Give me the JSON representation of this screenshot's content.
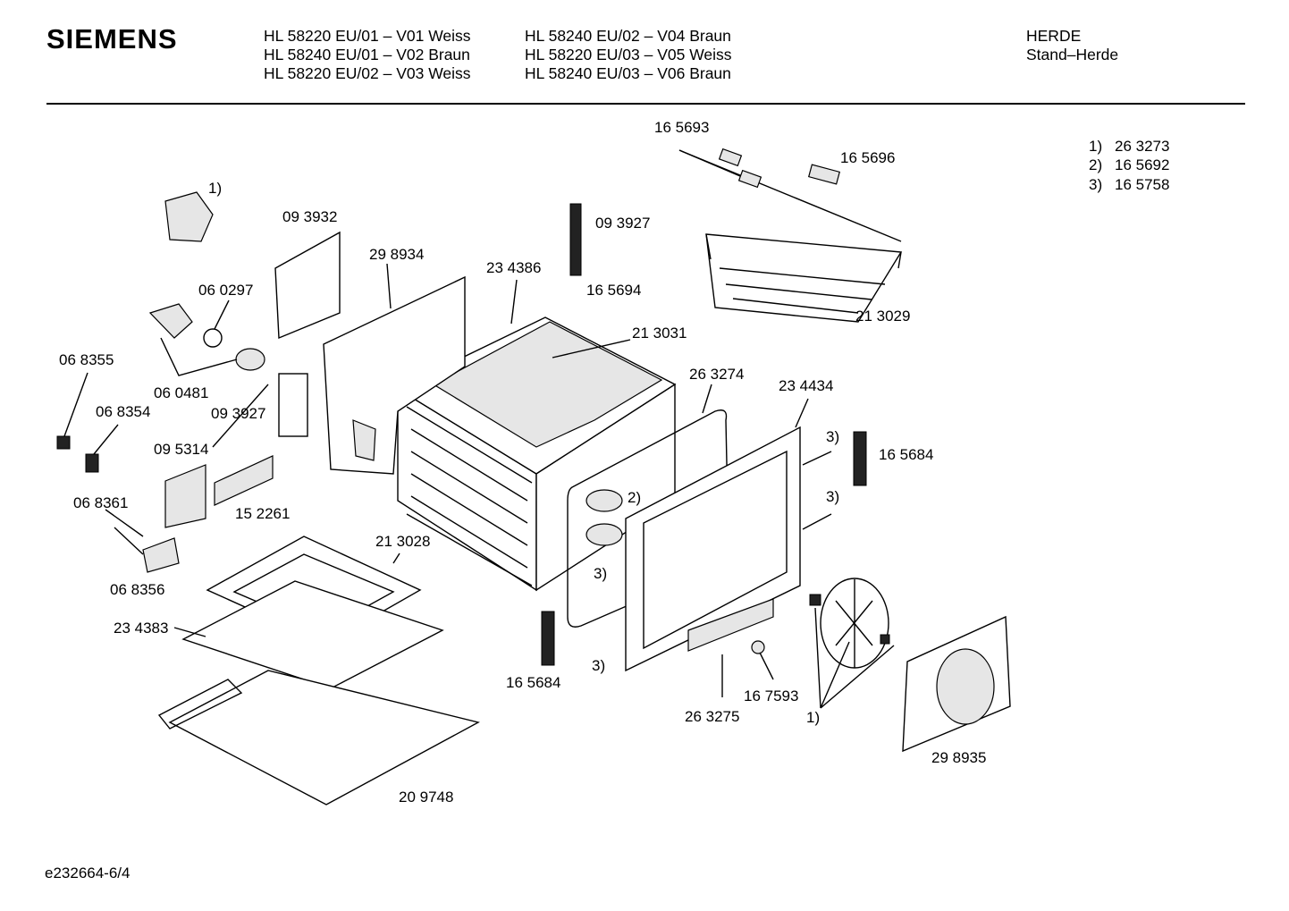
{
  "header": {
    "brand": "SIEMENS",
    "models_col1": [
      "HL 58220 EU/01 – V01 Weiss",
      "HL 58240 EU/01 – V02 Braun",
      "HL 58220 EU/02 – V03 Weiss"
    ],
    "models_col2": [
      "HL 58240 EU/02 – V04 Braun",
      "HL 58220 EU/03 – V05 Weiss",
      "HL 58240 EU/03 – V06 Braun"
    ],
    "category": "HERDE",
    "subcategory": "Stand–Herde"
  },
  "legend": [
    {
      "ref": "1)",
      "part": "26 3273"
    },
    {
      "ref": "2)",
      "part": "16 5692"
    },
    {
      "ref": "3)",
      "part": "16 5758"
    }
  ],
  "labels": {
    "p165693": "16 5693",
    "p165696": "16 5696",
    "p093932": "09 3932",
    "p298934": "29 8934",
    "p093927a": "09 3927",
    "p234386": "23 4386",
    "p165694": "16 5694",
    "p213031": "21 3031",
    "p213029": "21 3029",
    "p060297": "06 0297",
    "p068355": "06 8355",
    "p060481": "06 0481",
    "p093927b": "09 3927",
    "p068354": "06 8354",
    "p095314": "09 5314",
    "p263274": "26 3274",
    "p234434": "23 4434",
    "p165684a": "16 5684",
    "p068361": "06 8361",
    "p152261": "15 2261",
    "p213028": "21 3028",
    "p068356": "06 8356",
    "p234383": "23 4383",
    "p165684b": "16 5684",
    "p263275": "26 3275",
    "p167593": "16 7593",
    "p298935": "29 8935",
    "p209748": "20 9748",
    "ref1a": "1)",
    "ref1b": "1)",
    "ref2": "2)",
    "ref3a": "3)",
    "ref3b": "3)",
    "ref3c": "3)",
    "ref3d": "3)"
  },
  "footer": {
    "drawing_id": "e232664-6/4"
  }
}
